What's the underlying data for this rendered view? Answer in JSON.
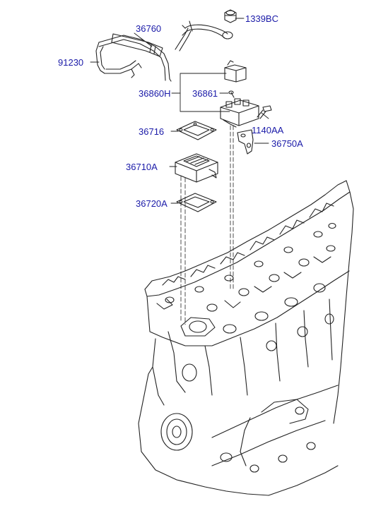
{
  "colors": {
    "label": "#1a1aa8",
    "line": "#222222",
    "background": "#ffffff"
  },
  "parts": {
    "p1339BC": "1339BC",
    "p36760": "36760",
    "p91230": "91230",
    "p36860H": "36860H",
    "p36861": "36861",
    "p36716": "36716",
    "p1140AA": "1140AA",
    "p36750A": "36750A",
    "p36710A": "36710A",
    "p36720A": "36720A"
  }
}
